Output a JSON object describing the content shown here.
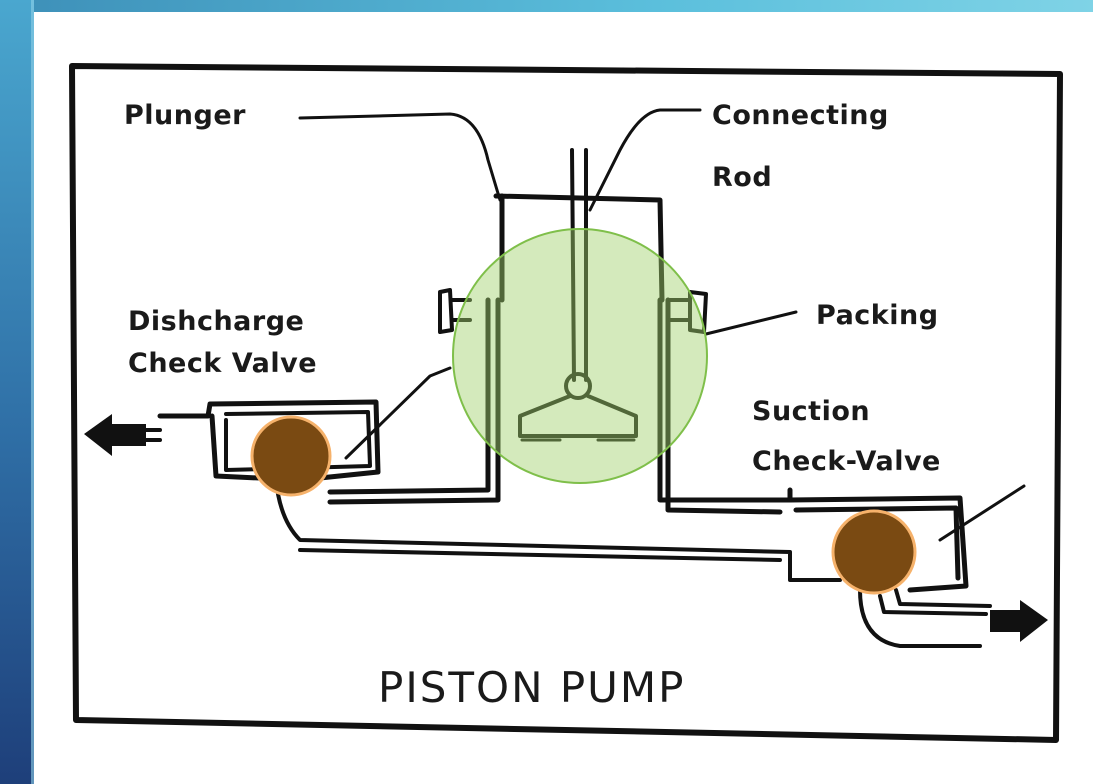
{
  "diagram": {
    "title": "PISTON PUMP",
    "labels": {
      "plunger": "Plunger",
      "connecting_rod_line1": "Connecting",
      "connecting_rod_line2": "Rod",
      "packing": "Packing",
      "discharge_line1": "Dishcharge",
      "discharge_line2": "Check Valve",
      "suction_line1": "Suction",
      "suction_line2": "Check-Valve"
    },
    "highlight_colors": {
      "valve_fill": "#7a4a12",
      "valve_halo": "#f6b26b",
      "plunger_highlight": "#9fd16a"
    }
  }
}
